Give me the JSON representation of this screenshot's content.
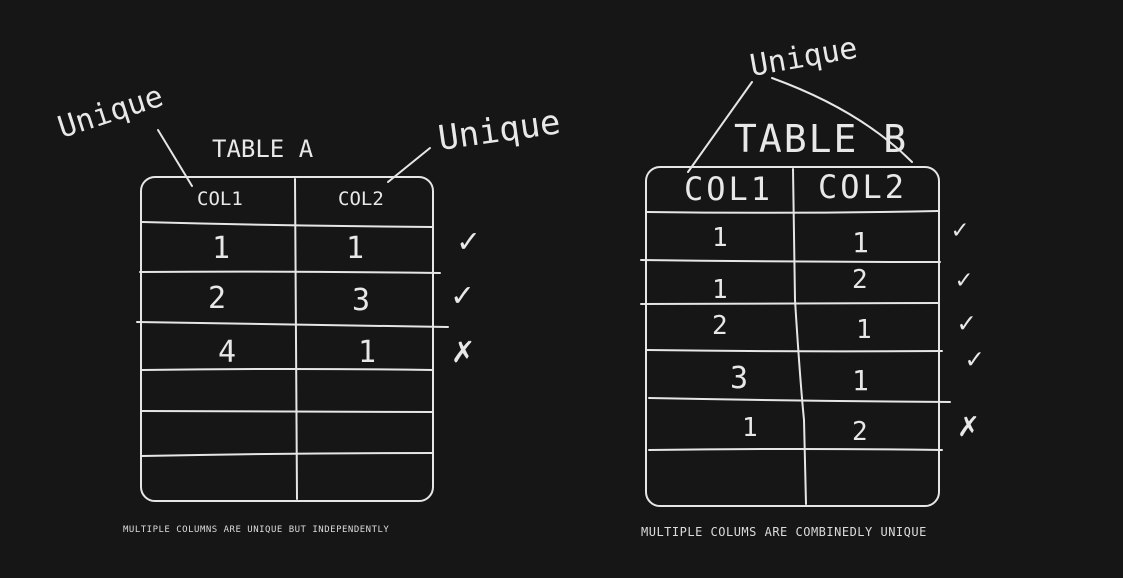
{
  "table_a": {
    "title": "TABLE A",
    "annotation_left": "Unique",
    "annotation_right": "Unique",
    "headers": [
      "COL1",
      "COL2"
    ],
    "rows": [
      {
        "c1": "1",
        "c2": "1",
        "mark": "✓"
      },
      {
        "c1": "2",
        "c2": "3",
        "mark": "✓"
      },
      {
        "c1": "4",
        "c2": "1",
        "mark": "✗"
      },
      {
        "c1": "",
        "c2": "",
        "mark": ""
      },
      {
        "c1": "",
        "c2": "",
        "mark": ""
      },
      {
        "c1": "",
        "c2": "",
        "mark": ""
      }
    ],
    "caption": "MULTIPLE COLUMNS ARE UNIQUE BUT INDEPENDENTLY"
  },
  "table_b": {
    "title": "TABLE B",
    "annotation": "Unique",
    "headers": [
      "COL1",
      "COL2"
    ],
    "rows": [
      {
        "c1": "1",
        "c2": "1",
        "mark": "✓"
      },
      {
        "c1": "1",
        "c2": "2",
        "mark": "✓"
      },
      {
        "c1": "2",
        "c2": "1",
        "mark": "✓"
      },
      {
        "c1": "3",
        "c2": "1",
        "mark": "✓"
      },
      {
        "c1": "1",
        "c2": "2",
        "mark": "✗"
      },
      {
        "c1": "",
        "c2": "",
        "mark": ""
      }
    ],
    "caption": "MULTIPLE COLUMS ARE COMBINEDLY UNIQUE"
  }
}
